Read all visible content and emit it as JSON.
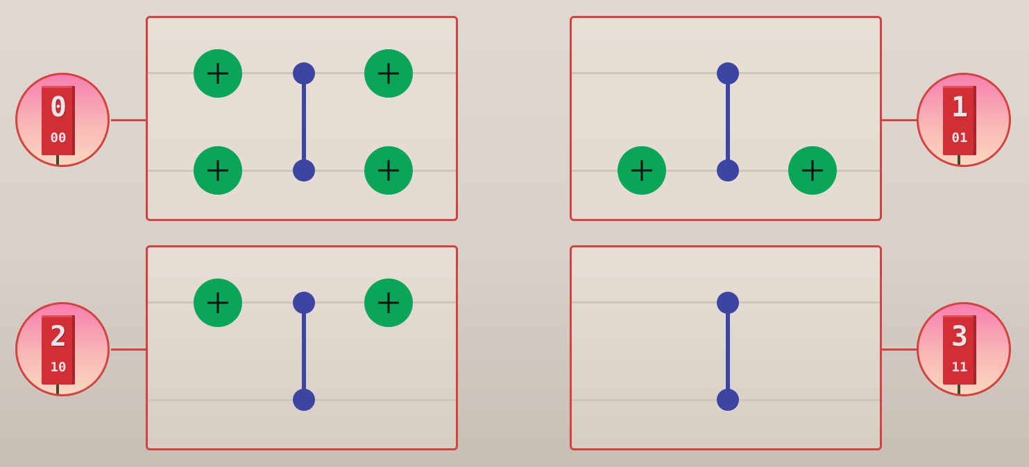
{
  "colors": {
    "panel_border": "#d2433f",
    "x_gate": "#0aa657",
    "cz_gate": "#3d45a1",
    "wire": "#cfc5bc",
    "book": "#d12f35"
  },
  "badges": [
    {
      "digit": "0",
      "bits": "00"
    },
    {
      "digit": "1",
      "bits": "01"
    },
    {
      "digit": "2",
      "bits": "10"
    },
    {
      "digit": "3",
      "bits": "11"
    }
  ],
  "panels": [
    {
      "gates": "X on both qubits, CZ, X on both qubits"
    },
    {
      "gates": "X on bottom qubit, CZ, X on bottom qubit"
    },
    {
      "gates": "X on top qubit, CZ, X on top qubit"
    },
    {
      "gates": "CZ only"
    }
  ],
  "icons": {
    "x_gate": "plus-icon",
    "control": "dot-icon",
    "book": "book-icon"
  }
}
